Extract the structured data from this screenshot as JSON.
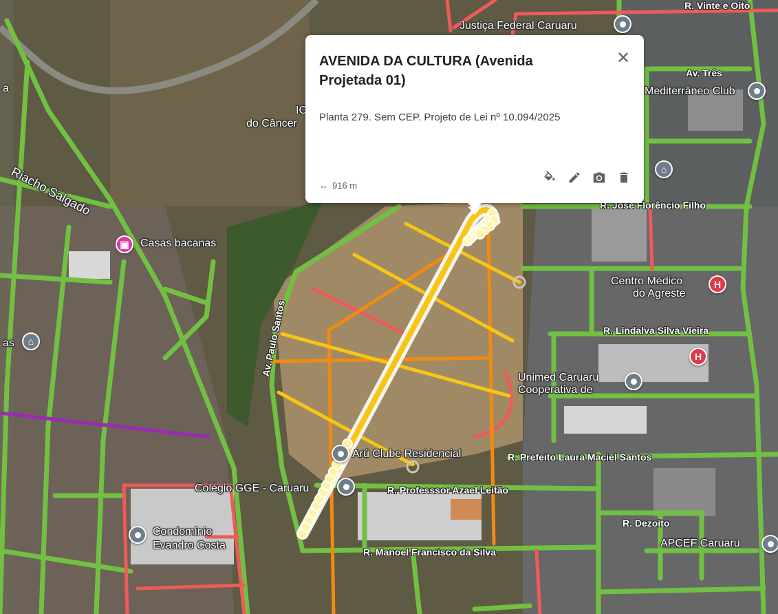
{
  "popup": {
    "title": "AVENIDA DA CULTURA (Avenida Projetada 01)",
    "description": "Planta 279. Sem CEP. Projeto de Lei nº 10.094/2025",
    "measure_icon": "horizontal-arrows-icon",
    "measure_value": "916 m",
    "close_icon": "close-icon",
    "tools": [
      "paint-bucket-icon",
      "pencil-icon",
      "camera-icon",
      "trash-icon"
    ]
  },
  "labels": {
    "justica": "Justiça Federal Caruaru",
    "vinte_oito": "R. Vinte e Oito",
    "av_tres": "Av. Três",
    "mediterraneo": "Mediterrâneo Club",
    "do_cancer": "do Câncer",
    "ic": "IC",
    "riacho": "Riacho Salgado",
    "casas": "Casas bacanas",
    "jose_florencio": "R. José Florêncio Filho",
    "centro_medico_1": "Centro Médico",
    "centro_medico_2": "do Agreste",
    "lindalva": "R. Lindalva Silva Vieira",
    "unimed_1": "Unimed Caruaru",
    "unimed_2": "Cooperativa de",
    "av_paulo": "Av. Paulo Santos",
    "clube": "Arú Clube Residencial",
    "prefeito": "R. Prefeito Laura Maciel Santos",
    "colegio": "Colégio GGE - Caruaru",
    "azael": "R. Professsor Azael Leitão",
    "dezoito": "R. Dezoito",
    "apcef": "APCEF Caruaru",
    "manoel": "R. Manoel Francisco da Silva",
    "condominio_1": "Condomínio",
    "condominio_2": "Evandro Costa",
    "as": "as",
    "a": "a"
  },
  "colors": {
    "road_green": "#72c043",
    "road_red": "#ef5a5a",
    "road_orange": "#f08b12",
    "road_yellow": "#f7c614",
    "road_purple": "#9b2bb3",
    "selected": "#fff5a8"
  }
}
